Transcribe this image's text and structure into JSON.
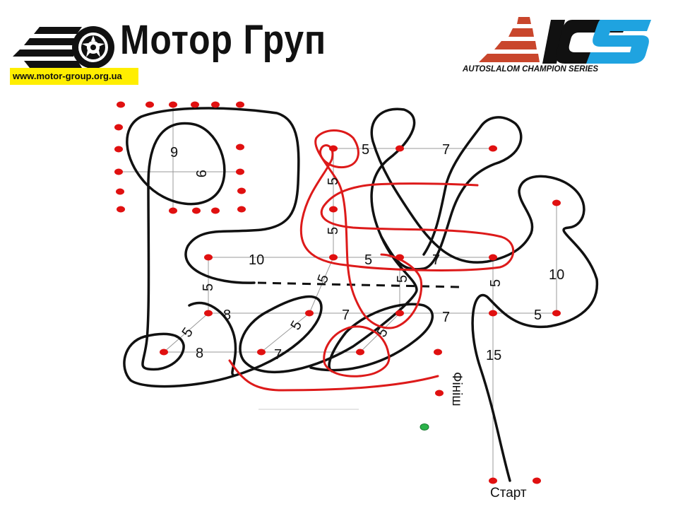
{
  "header": {
    "brand_title": "Мотор Груп",
    "brand_url": "www.motor-group.org.ua",
    "series_tagline": "AUTOSLALOM CHAMPION SERIES"
  },
  "colors": {
    "cone": "#e01010",
    "route_main": "#111111",
    "route_finish": "#dd1a1a",
    "grid": "#999999",
    "green_cone": "#2bb34a",
    "brand_yellow": "#ffee00",
    "acs_blue": "#1fa3e0",
    "acs_red": "#c9462c"
  },
  "diagram": {
    "start_label": "Старт",
    "finish_label": "Фініш",
    "distances": [
      {
        "id": "d-9-top",
        "text": "9"
      },
      {
        "id": "d-9-rot",
        "text": "9"
      },
      {
        "id": "d-5-top",
        "text": "5"
      },
      {
        "id": "d-7-top",
        "text": "7"
      },
      {
        "id": "d-5-vert-a",
        "text": "5"
      },
      {
        "id": "d-5-vert-b",
        "text": "5"
      },
      {
        "id": "d-10-mid",
        "text": "10"
      },
      {
        "id": "d-5-mid",
        "text": "5"
      },
      {
        "id": "d-7-mid",
        "text": "7"
      },
      {
        "id": "d-10-right",
        "text": "10"
      },
      {
        "id": "d-5-left-vert",
        "text": "5"
      },
      {
        "id": "d-5-diag",
        "text": "5"
      },
      {
        "id": "d-5-vert-c",
        "text": "5"
      },
      {
        "id": "d-5-vert-d",
        "text": "5"
      },
      {
        "id": "d-8-a",
        "text": "8"
      },
      {
        "id": "d-7-a",
        "text": "7"
      },
      {
        "id": "d-7-b",
        "text": "7"
      },
      {
        "id": "d-5-right",
        "text": "5"
      },
      {
        "id": "d-5-diag-left",
        "text": "5"
      },
      {
        "id": "d-5-diag-mid",
        "text": "5"
      },
      {
        "id": "d-5-diag-c",
        "text": "5"
      },
      {
        "id": "d-8-b",
        "text": "8"
      },
      {
        "id": "d-7-c",
        "text": "7"
      },
      {
        "id": "d-15",
        "text": "15"
      }
    ]
  }
}
